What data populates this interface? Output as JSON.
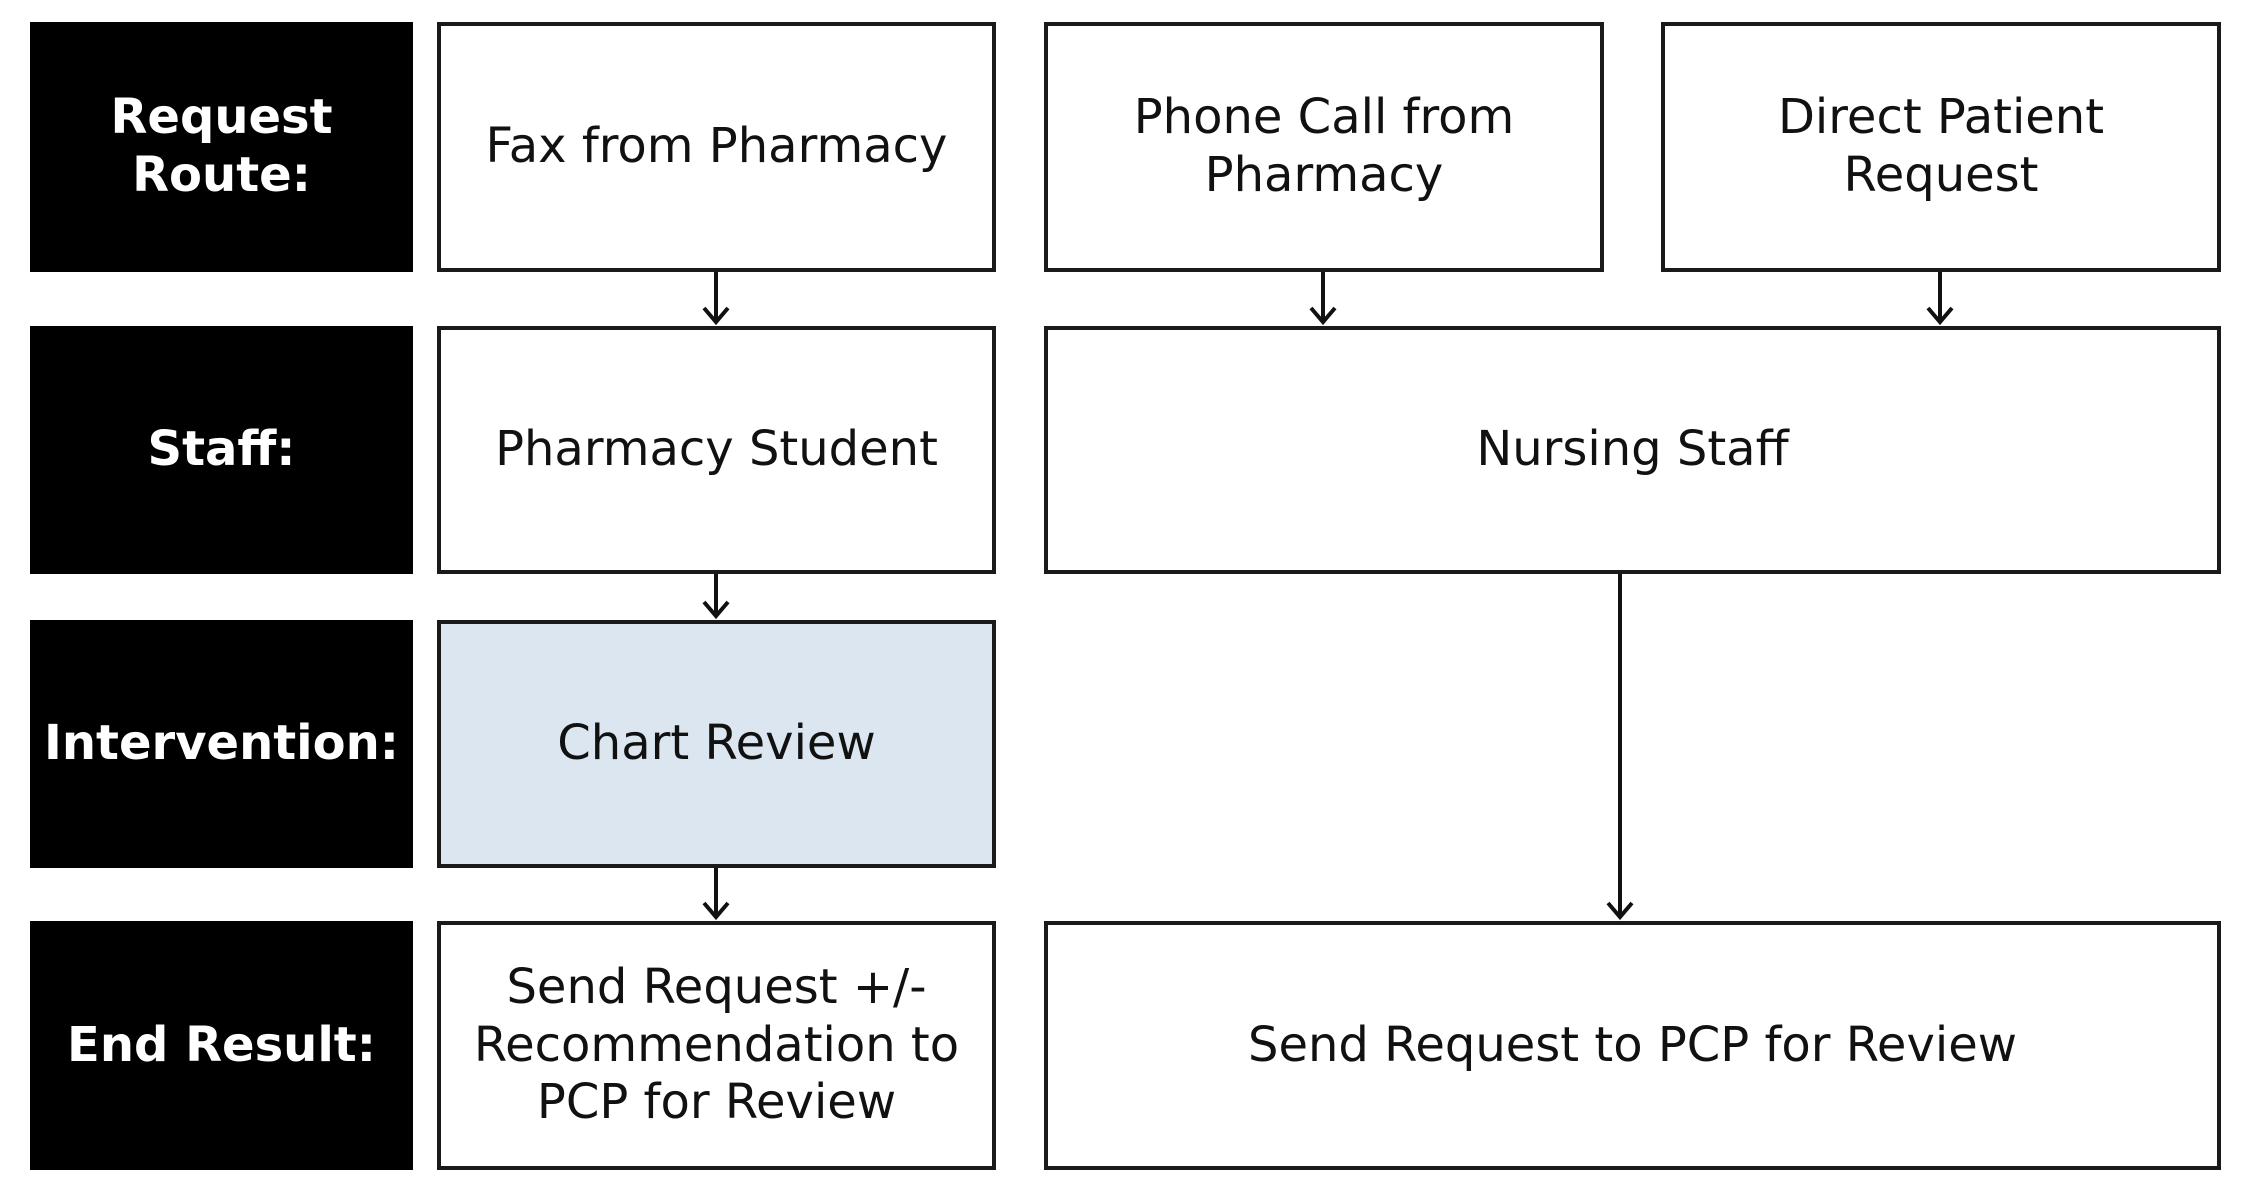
{
  "row_labels": {
    "request_route": "Request\nRoute:",
    "staff": "Staff:",
    "intervention": "Intervention:",
    "end_result": "End Result:"
  },
  "nodes": {
    "fax_from_pharmacy": "Fax from Pharmacy",
    "phone_call_from_pharmacy": "Phone Call from\nPharmacy",
    "direct_patient_request": "Direct Patient\nRequest",
    "pharmacy_student": "Pharmacy Student",
    "nursing_staff": "Nursing Staff",
    "chart_review": "Chart Review",
    "send_request_recommendation": "Send Request +/-\nRecommendation to\nPCP for Review",
    "send_request_pcp": "Send Request to PCP for Review"
  },
  "colors": {
    "label_bg": "#000000",
    "label_text": "#ffffff",
    "node_border": "#1a1a1a",
    "highlight_bg": "#dce6f1"
  }
}
